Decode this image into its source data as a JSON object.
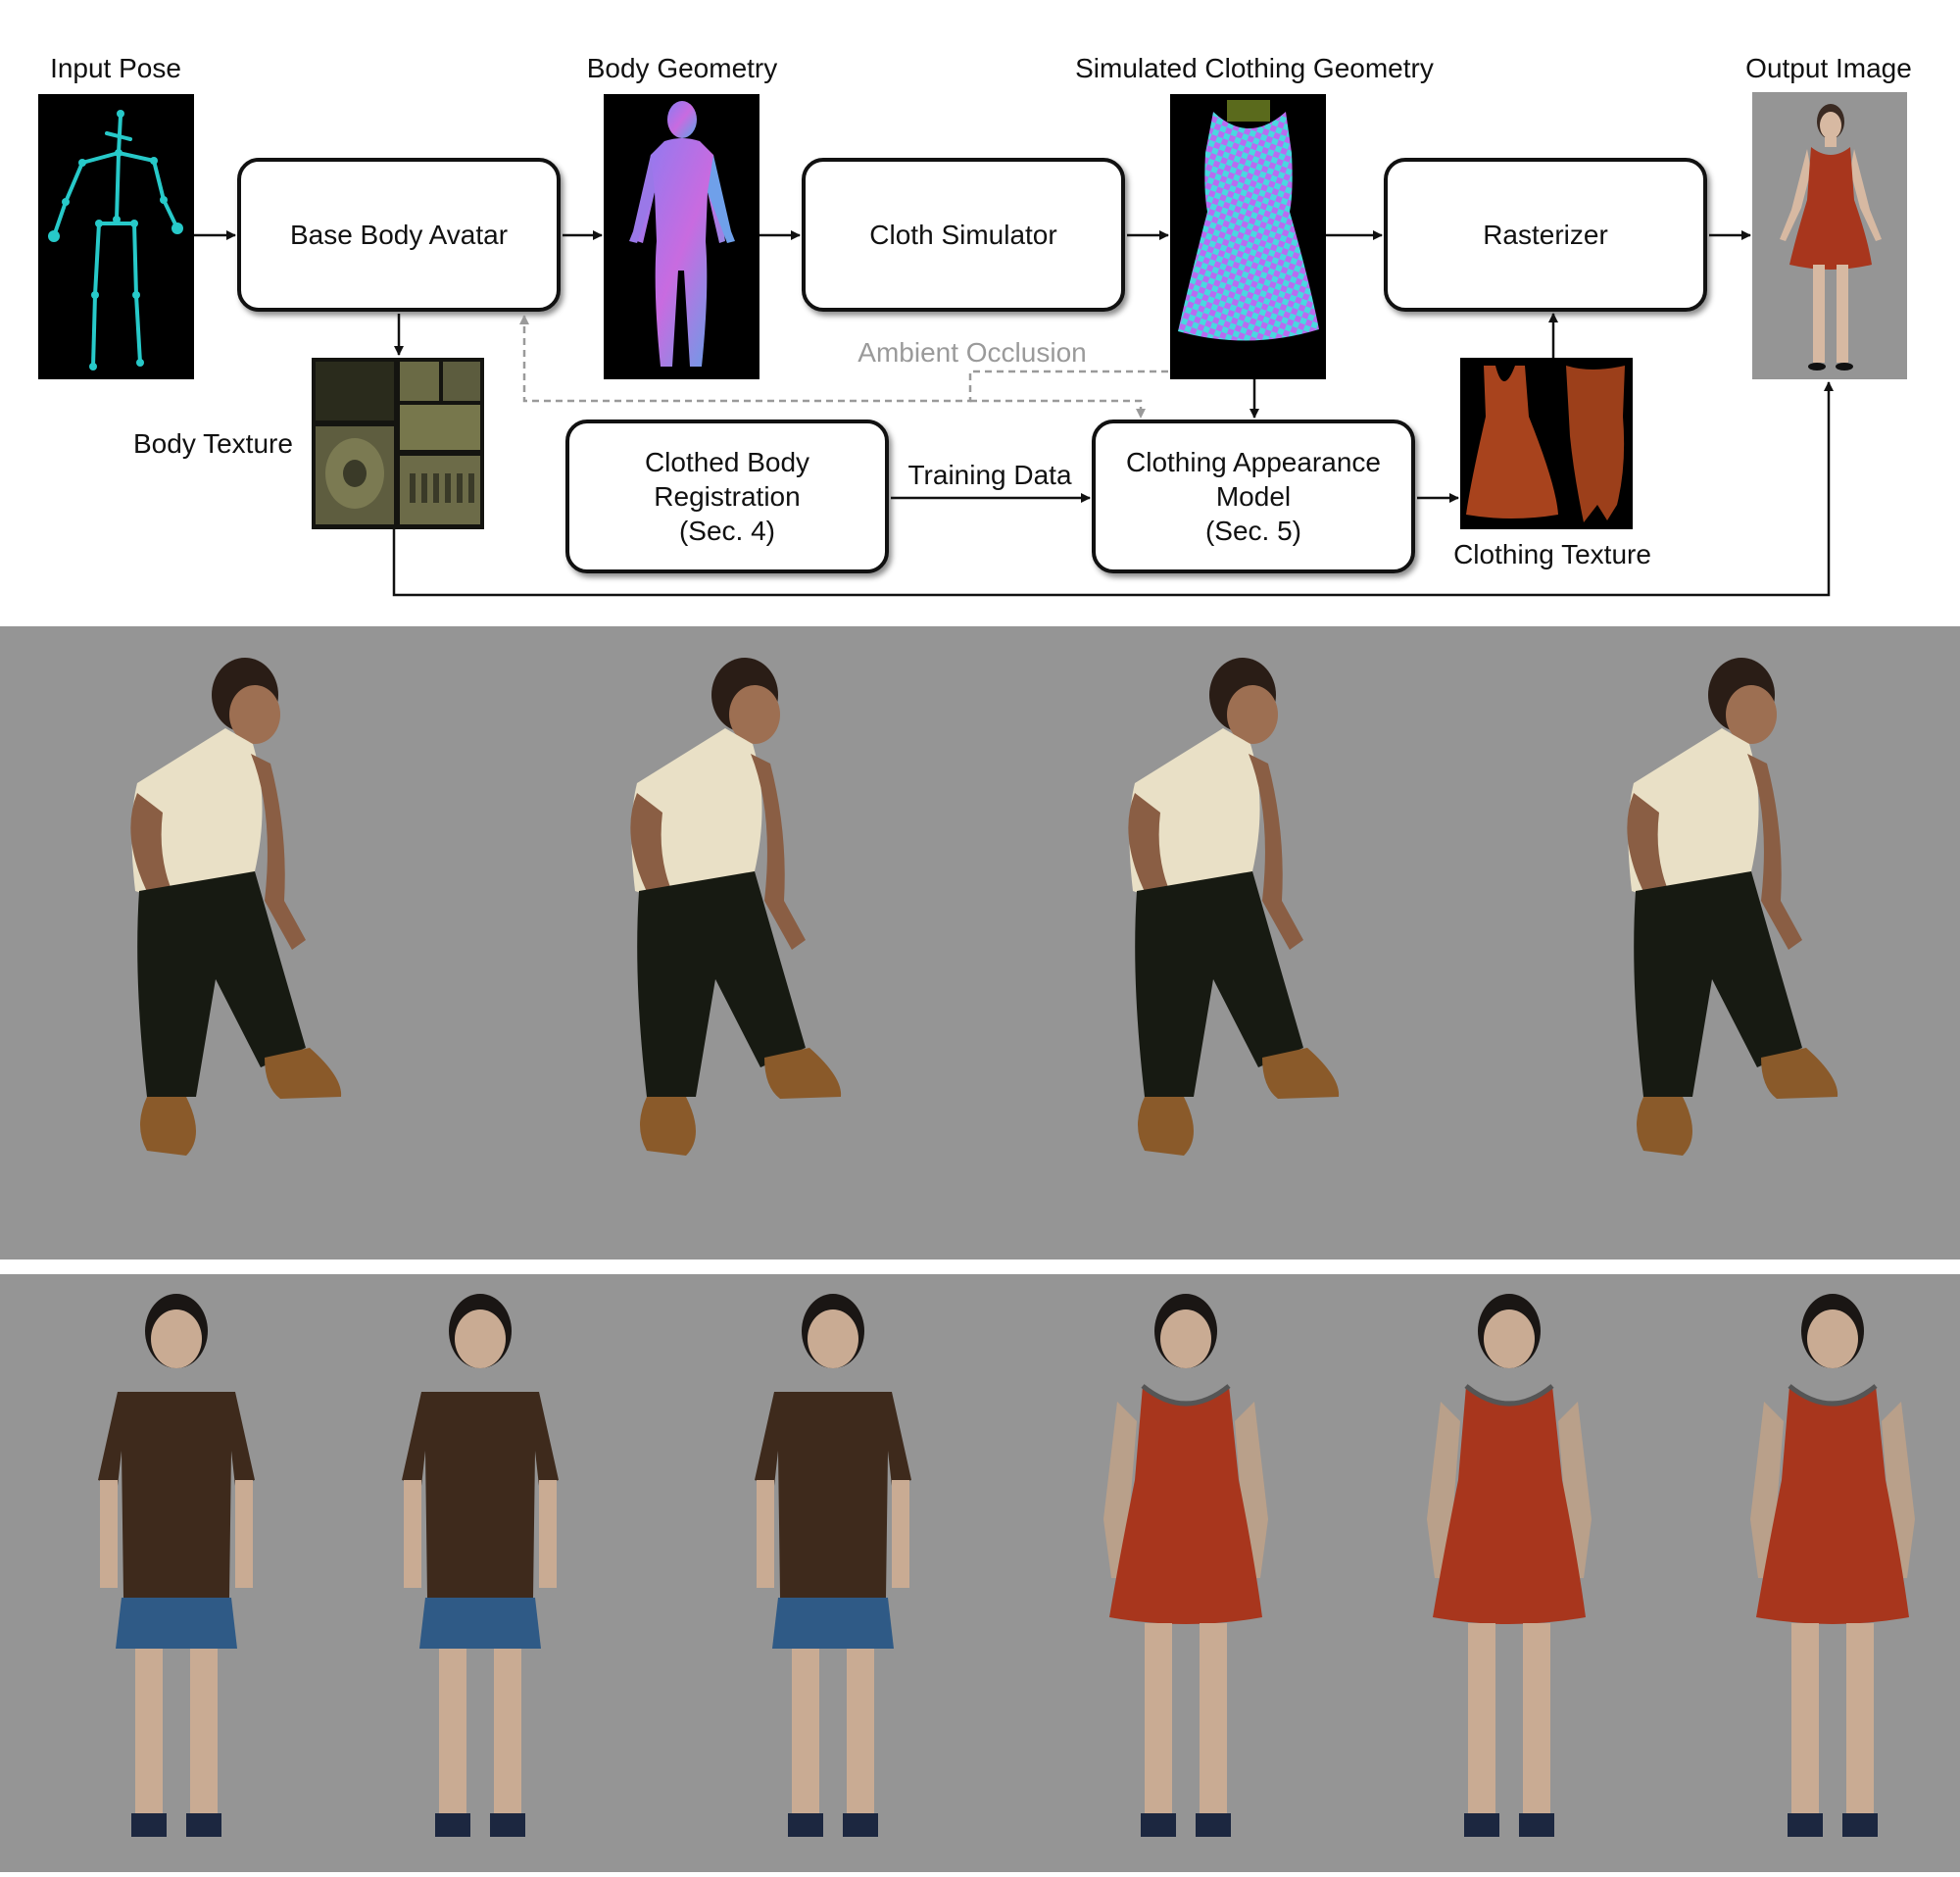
{
  "diagram": {
    "labels": {
      "input_pose": "Input Pose",
      "body_geometry": "Body Geometry",
      "simulated_clothing_geometry": "Simulated Clothing Geometry",
      "output_image": "Output Image",
      "body_texture": "Body Texture",
      "clothing_texture": "Clothing Texture",
      "ambient_occlusion": "Ambient Occlusion",
      "training_data": "Training Data"
    },
    "boxes": {
      "base_body_avatar": "Base Body Avatar",
      "cloth_simulator": "Cloth Simulator",
      "rasterizer": "Rasterizer",
      "clothed_body_registration": [
        "Clothed Body",
        "Registration",
        "(Sec. 4)"
      ],
      "clothing_appearance_model": [
        "Clothing Appearance",
        "Model",
        "(Sec. 5)"
      ]
    }
  },
  "colors": {
    "panel_gray": "#959595",
    "skeleton": "#27c9c9",
    "dress": "#a8361d",
    "shirt_white": "#e9e0c6",
    "tshirt_brown": "#3e2a1c"
  }
}
